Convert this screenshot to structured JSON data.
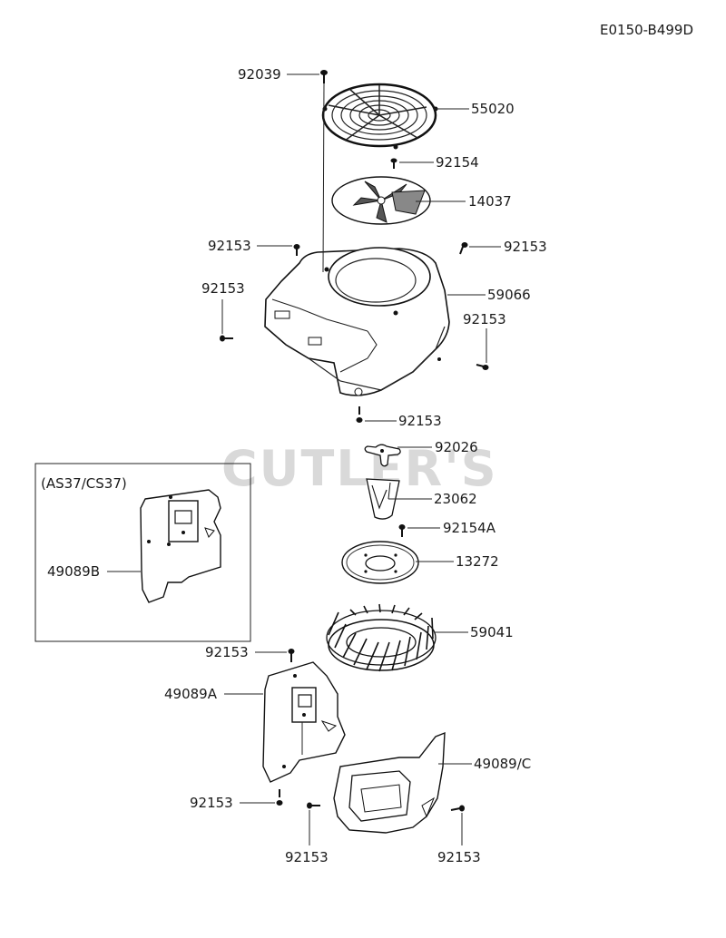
{
  "diagram_code": "E0150-B499D",
  "watermark": "CUTLER'S",
  "inset_title": "(AS37/CS37)",
  "parts": [
    {
      "id": "p92039",
      "number": "92039"
    },
    {
      "id": "p55020",
      "number": "55020"
    },
    {
      "id": "p92154",
      "number": "92154"
    },
    {
      "id": "p14037",
      "number": "14037"
    },
    {
      "id": "p92153a",
      "number": "92153"
    },
    {
      "id": "p92153b",
      "number": "92153"
    },
    {
      "id": "p92153c",
      "number": "92153"
    },
    {
      "id": "p59066",
      "number": "59066"
    },
    {
      "id": "p92153d",
      "number": "92153"
    },
    {
      "id": "p92153e",
      "number": "92153"
    },
    {
      "id": "p92026",
      "number": "92026"
    },
    {
      "id": "p23062",
      "number": "23062"
    },
    {
      "id": "p92154A",
      "number": "92154A"
    },
    {
      "id": "p13272",
      "number": "13272"
    },
    {
      "id": "p59041",
      "number": "59041"
    },
    {
      "id": "p92153f",
      "number": "92153"
    },
    {
      "id": "p49089A",
      "number": "49089A"
    },
    {
      "id": "p49089C",
      "number": "49089/C"
    },
    {
      "id": "p92153g",
      "number": "92153"
    },
    {
      "id": "p92153h",
      "number": "92153"
    },
    {
      "id": "p92153i",
      "number": "92153"
    },
    {
      "id": "p49089B",
      "number": "49089B"
    }
  ]
}
